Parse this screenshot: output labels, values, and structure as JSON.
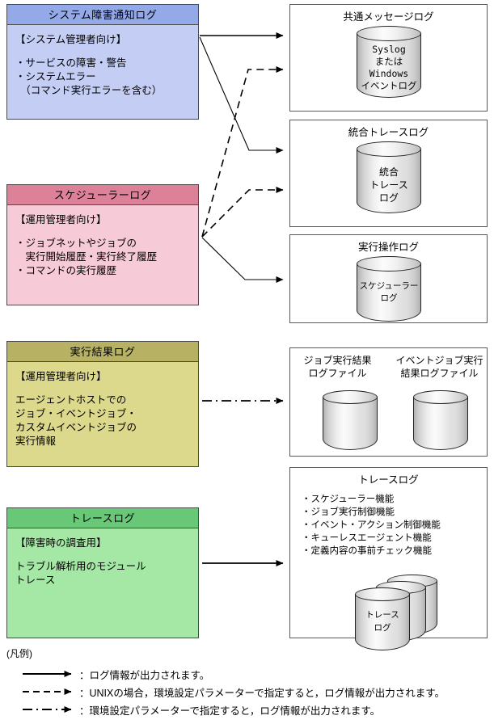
{
  "title": "JP1 log output overview diagram",
  "sources": [
    {
      "id": "system-failure-notification-log",
      "header": "システム障害通知ログ",
      "audience": "【システム管理者向け】",
      "lines": [
        "・サービスの障害・警告",
        "・システムエラー",
        "　（コマンド実行エラーを含む）"
      ],
      "color": "#c4cef4",
      "header_color": "#93a9e8"
    },
    {
      "id": "scheduler-log",
      "header": "スケジューラーログ",
      "audience": "【運用管理者向け】",
      "lines": [
        "・ジョブネットやジョブの",
        "　実行開始履歴・実行終了履歴",
        "・コマンドの実行履歴"
      ],
      "color": "#f7cad8",
      "header_color": "#dd8199"
    },
    {
      "id": "execution-result-log",
      "header": "実行結果ログ",
      "audience": "【運用管理者向け】",
      "lines": [
        "エージェントホストでの",
        "ジョブ・イベントジョブ・",
        "カスタムイベントジョブの",
        "実行情報"
      ],
      "color": "#dcd88c",
      "header_color": "#b7b163"
    },
    {
      "id": "trace-log",
      "header": "トレースログ",
      "audience": "【障害時の調査用】",
      "lines": [
        "トラブル解析用のモジュール",
        "トレース"
      ],
      "color": "#a5e8a5",
      "header_color": "#68c878"
    }
  ],
  "targets": [
    {
      "id": "common-message-log",
      "caption": "共通メッセージログ",
      "cylinder_label": "Syslog\nまたは\nWindows\nイベントログ"
    },
    {
      "id": "integrated-trace-log",
      "caption": "統合トレースログ",
      "cylinder_label": "統合\nトレース\nログ"
    },
    {
      "id": "execution-operation-log",
      "caption": "実行操作ログ",
      "cylinder_label": "スケジューラー\nログ"
    },
    {
      "id": "job-result-log-files",
      "caption_left": "ジョブ実行結果\nログファイル",
      "caption_right": "イベントジョブ実行\n結果ログファイル",
      "cylinder_label": ""
    },
    {
      "id": "trace-log-target",
      "caption": "トレースログ",
      "bullets": [
        "・スケジューラー機能",
        "・ジョブ実行制御機能",
        "・イベント・アクション制御機能",
        "・キューレスエージェント機能",
        "・定義内容の事前チェック機能"
      ],
      "cylinder_label": "トレース\nログ"
    }
  ],
  "legend": {
    "title": "(凡例)",
    "rows": [
      {
        "style": "solid",
        "text": "：ログ情報が出力されます。"
      },
      {
        "style": "dashed",
        "text": "：UNIXの場合，環境設定パラメーターで指定すると，ログ情報が出力されます。"
      },
      {
        "style": "dashdot",
        "text": "：環境設定パラメーターで指定すると，ログ情報が出力されます。"
      }
    ]
  },
  "connectors": [
    {
      "from": "system-failure-notification-log",
      "to": "common-message-log",
      "style": "solid"
    },
    {
      "from": "system-failure-notification-log",
      "to": "integrated-trace-log",
      "style": "solid"
    },
    {
      "from": "scheduler-log",
      "to": "common-message-log",
      "style": "dashed"
    },
    {
      "from": "scheduler-log",
      "to": "integrated-trace-log",
      "style": "dashed"
    },
    {
      "from": "scheduler-log",
      "to": "execution-operation-log",
      "style": "solid"
    },
    {
      "from": "execution-result-log",
      "to": "job-result-log-files",
      "style": "dashdot"
    },
    {
      "from": "trace-log",
      "to": "trace-log-target",
      "style": "solid"
    }
  ],
  "colors": {
    "line": "#000000",
    "box_border": "#4a4a4a",
    "background": "#ffffff"
  }
}
